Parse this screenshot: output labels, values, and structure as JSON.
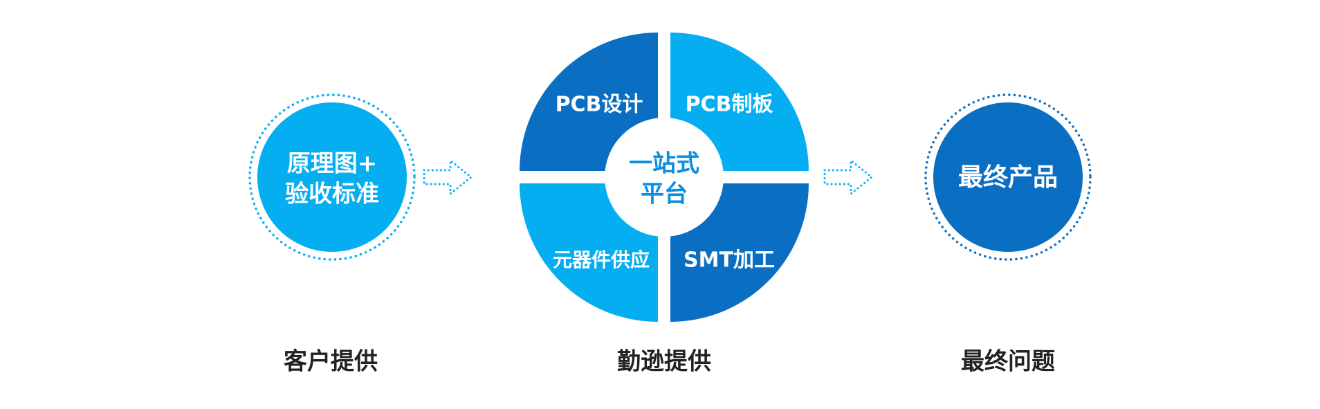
{
  "colors": {
    "dark_blue": "#0a6fc2",
    "light_blue": "#05aef0",
    "center_text": "#0a8ee0",
    "caption_text": "#222222",
    "ring_light": "#05aef0",
    "ring_dark": "#0a6fc2"
  },
  "input": {
    "line1": "原理图+",
    "line2": "验收标准",
    "caption": "客户提供"
  },
  "platform": {
    "center_line1": "一站式",
    "center_line2": "平台",
    "quadrants": {
      "top_left": "PCB设计",
      "top_right": "PCB制板",
      "bottom_left": "元器件供应",
      "bottom_right": "SMT加工"
    },
    "caption": "勤逊提供"
  },
  "output": {
    "label": "最终产品",
    "caption": "最终问题"
  },
  "icons": {
    "arrow_left": "dotted-arrow-right-icon",
    "arrow_right": "dotted-arrow-right-icon"
  }
}
